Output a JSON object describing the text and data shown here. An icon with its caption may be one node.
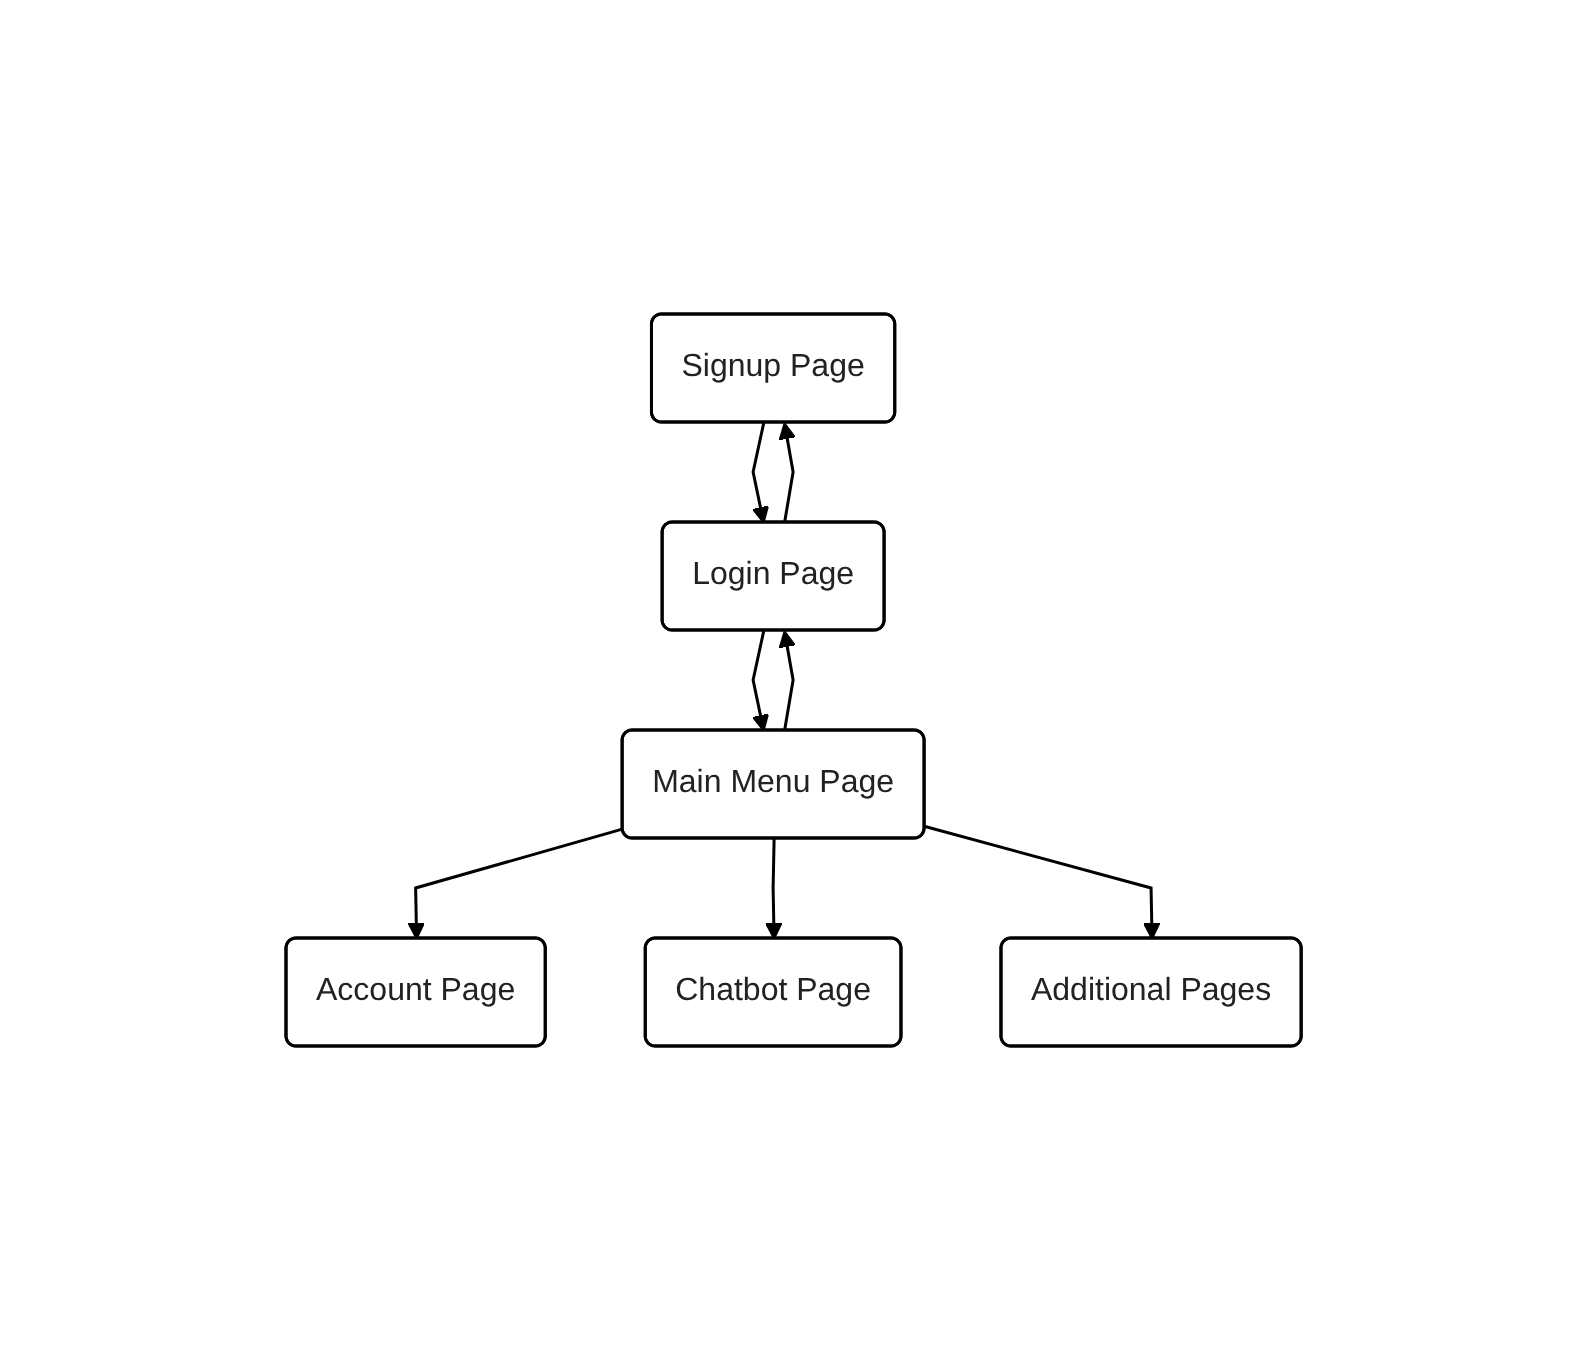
{
  "diagram": {
    "nodes": [
      {
        "text": [
          "Signup Page"
        ]
      },
      {
        "text": [
          "Login Page"
        ]
      },
      {
        "text": [
          "Main Menu Page"
        ]
      },
      {
        "text": [
          "Account Page"
        ]
      },
      {
        "text": [
          "Chatbot Page"
        ]
      },
      {
        "text": [
          "Additional Pages"
        ]
      }
    ],
    "edges": [
      {
        "from": 1,
        "to": 0,
        "arrow": "to"
      },
      {
        "from": 0,
        "to": 1,
        "arrow": "to"
      },
      {
        "from": 1,
        "to": 2,
        "arrow": "to"
      },
      {
        "from": 2,
        "to": 1,
        "arrow": "to"
      },
      {
        "from": 2,
        "to": 3,
        "arrow": "to"
      },
      {
        "from": 2,
        "to": 4,
        "arrow": "to"
      },
      {
        "from": 2,
        "to": 5,
        "arrow": "to"
      }
    ]
  }
}
